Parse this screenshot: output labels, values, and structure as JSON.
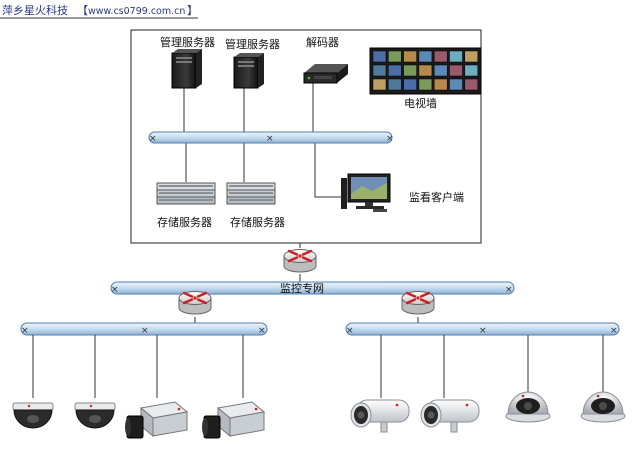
{
  "watermark": {
    "company": "萍乡星火科技",
    "url_open": "【",
    "url": "www.cs0799.com.cn",
    "url_close": "】"
  },
  "nodes": {
    "mgmt_server_1": "管理服务器",
    "mgmt_server_2": "管理服务器",
    "decoder": "解码器",
    "tv_wall": "电视墙",
    "storage_server_1": "存储服务器",
    "storage_server_2": "存储服务器",
    "monitor_client": "监看客户端",
    "private_network": "监控专网"
  },
  "colors": {
    "bus_fill": "#c6dcf0",
    "bus_stroke": "#4f7fb0",
    "router_red": "#cc2020",
    "line": "#333333"
  }
}
